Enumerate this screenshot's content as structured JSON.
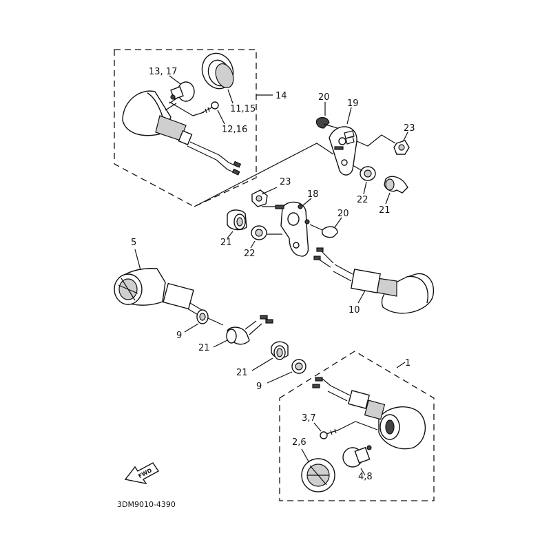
{
  "diagram": {
    "code": "3DM9010-4390",
    "fwd_label": "FWD",
    "labels": {
      "l1": "1",
      "l2_6": "2,6",
      "l3_7": "3,7",
      "l4_8": "4,8",
      "l5": "5",
      "l9a": "9",
      "l9b": "9",
      "l10": "10",
      "l11_15": "11,15",
      "l12_16": "12,16",
      "l13_17": "13, 17",
      "l14": "14",
      "l18": "18",
      "l19": "19",
      "l20a": "20",
      "l20b": "20",
      "l21a": "21",
      "l21b": "21",
      "l21c": "21",
      "l21d": "21",
      "l22a": "22",
      "l22b": "22",
      "l23a": "23",
      "l23b": "23"
    }
  }
}
